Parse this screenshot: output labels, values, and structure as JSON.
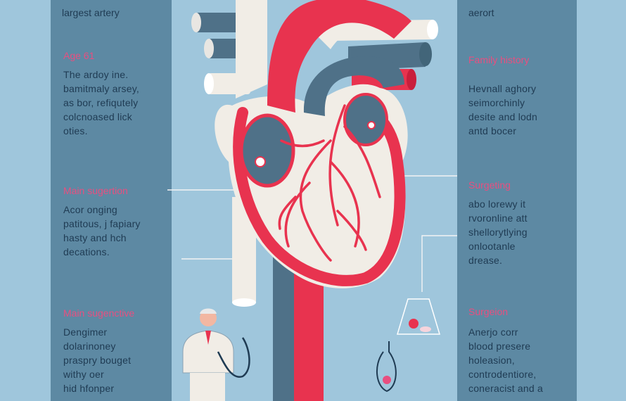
{
  "left_column": {
    "top_fragment": "largest artery",
    "sections": [
      {
        "heading": "Age 61",
        "body": "The ardoy ine.\nbamitmaly arsey,\nas bor, refiqutely\ncolcnoased lick\noties."
      },
      {
        "heading": "Main sugertion",
        "body": "Acor onging\npatitous, j fapiary\nhasty and hch\ndecations."
      },
      {
        "heading": "Main sugenctive",
        "body": "Dengimer\ndolarinoney\npraspry  bouget\nwithy oer\nhid hfonper"
      }
    ]
  },
  "right_column": {
    "top_fragment": "aerort",
    "sections": [
      {
        "heading": "Family history",
        "body": "Hevnall aghory\nseimorchinly\ndesite and lodn\nantd bocer"
      },
      {
        "heading": "Surgeting",
        "body": "abo lorewy it\nrvoronline att\nshellorytlying\nonlootanle\ndrease."
      },
      {
        "heading": "Surgeion",
        "body": "Anerjo corr\nblood presere\nholeasion,\ncontrodentiore,\nconeracist and a"
      }
    ]
  },
  "colors": {
    "background": "#9fc6dc",
    "panel": "#5d89a3",
    "heading_pink": "#e84f80",
    "heart_red": "#e8334f",
    "vessel_slate": "#4f7188",
    "heart_cream": "#f1ede6"
  },
  "icons": [
    "heart-illustration",
    "doctor-icon",
    "stethoscope-icon",
    "test-flask-icon"
  ]
}
